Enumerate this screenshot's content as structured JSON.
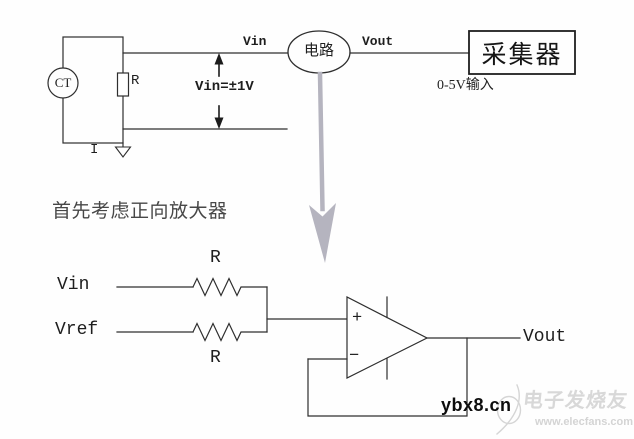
{
  "top_circuit": {
    "ct_label": "CT",
    "shunt_resistor_label": "R",
    "current_label": "I",
    "vin_label": "Vin",
    "vin_range_label": "Vin=±1V",
    "circuit_block_label": "电路",
    "vout_label": "Vout",
    "collector_label": "采集器",
    "collector_input_label": "0-5V输入"
  },
  "caption": "首先考虑正向放大器",
  "opamp_circuit": {
    "vin_label": "Vin",
    "vref_label": "Vref",
    "r_top_label": "R",
    "r_bottom_label": "R",
    "plus_label": "+",
    "minus_label": "−",
    "vout_label": "Vout"
  },
  "watermark": {
    "site": "ybx8.cn",
    "brand": "电子发烧友",
    "url": "www.elecfans.com"
  },
  "colors": {
    "wire": "#2e2e2e",
    "flow_arrow_gray": "#b5b4bf",
    "caption_gray": "#474747",
    "watermark_gray": "#d5d5d5"
  }
}
